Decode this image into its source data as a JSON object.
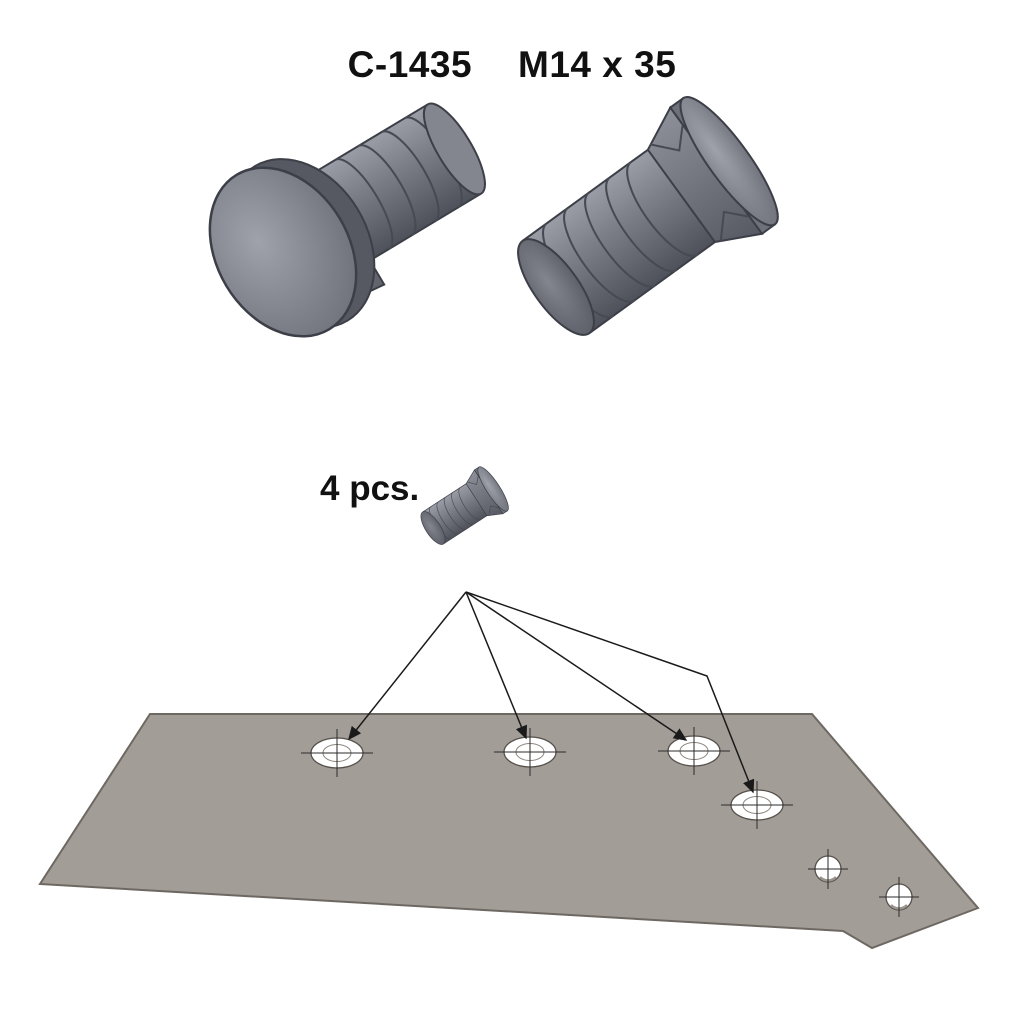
{
  "title": {
    "part_number": "C-1435",
    "dimensions": "M14 x 35"
  },
  "quantity": {
    "label": "4 pcs."
  },
  "colors": {
    "background": "#ffffff",
    "text": "#111111",
    "bolt_base": "#7e8189",
    "bolt_highlight": "#9a9da5",
    "bolt_shadow": "#4e515a",
    "bolt_outline": "#3c3f47",
    "thread_line": "#474a52",
    "plate_fill": "#a39d97",
    "plate_outline": "#6e6862",
    "hole_fill": "#ffffff",
    "hole_outline": "#55504b",
    "leader_line": "#1a1a1a"
  }
}
